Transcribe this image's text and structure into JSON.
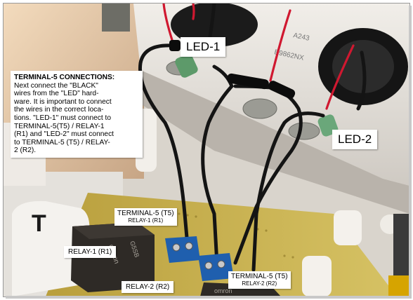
{
  "labels": {
    "led1": "LED-1",
    "led2": "LED-2",
    "t5_top": "TERMINAL-5 (T5)",
    "relay1_top": "RELAY-1 (R1)",
    "relay1": "RELAY-1 (R1)",
    "relay2": "RELAY-2 (R2)",
    "t5_bottom": "TERMINAL-5 (T5)",
    "relay2_bottom": "RELAY-2 (R2)"
  },
  "note": {
    "heading": "TERMINAL-5 CONNECTIONS:",
    "body": "Next connect the \"BLACK\"\nwires from the \"LED\" hard-\nware.  It is important to connect\nthe wires in the correct loca-\ntions.  \"LED-1\" must connect to\nTERMINAL-5(T5) / RELAY-1\n(R1) and \"LED-2\" must connect\nto TERMINAL-5 (T5) / RELAY-\n2 (R2)."
  },
  "photo_text": {
    "block_letter": "T",
    "relay_brand": "omron",
    "relay_model": "G5SB",
    "panel_code_1": "A243",
    "panel_code_2": "E9862NX"
  },
  "colors": {
    "enclosure": "#e7e2dc",
    "pcb": "#c9b24a",
    "terminal_block": "#1f5fae",
    "relay_body": "#2e2a26",
    "wire_black": "#141414",
    "wire_red": "#d01830"
  }
}
